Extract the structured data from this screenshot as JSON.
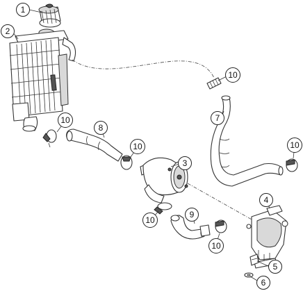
{
  "callouts": [
    {
      "id": "1",
      "label": "1"
    },
    {
      "id": "2",
      "label": "2"
    },
    {
      "id": "3",
      "label": "3"
    },
    {
      "id": "4",
      "label": "4"
    },
    {
      "id": "5",
      "label": "5"
    },
    {
      "id": "6",
      "label": "6"
    },
    {
      "id": "7",
      "label": "7"
    },
    {
      "id": "8",
      "label": "8"
    },
    {
      "id": "9",
      "label": "9"
    },
    {
      "id": "10a",
      "label": "10"
    },
    {
      "id": "10b",
      "label": "10"
    },
    {
      "id": "10c",
      "label": "10"
    },
    {
      "id": "10d",
      "label": "10"
    },
    {
      "id": "10e",
      "label": "10"
    },
    {
      "id": "10f",
      "label": "10"
    }
  ]
}
